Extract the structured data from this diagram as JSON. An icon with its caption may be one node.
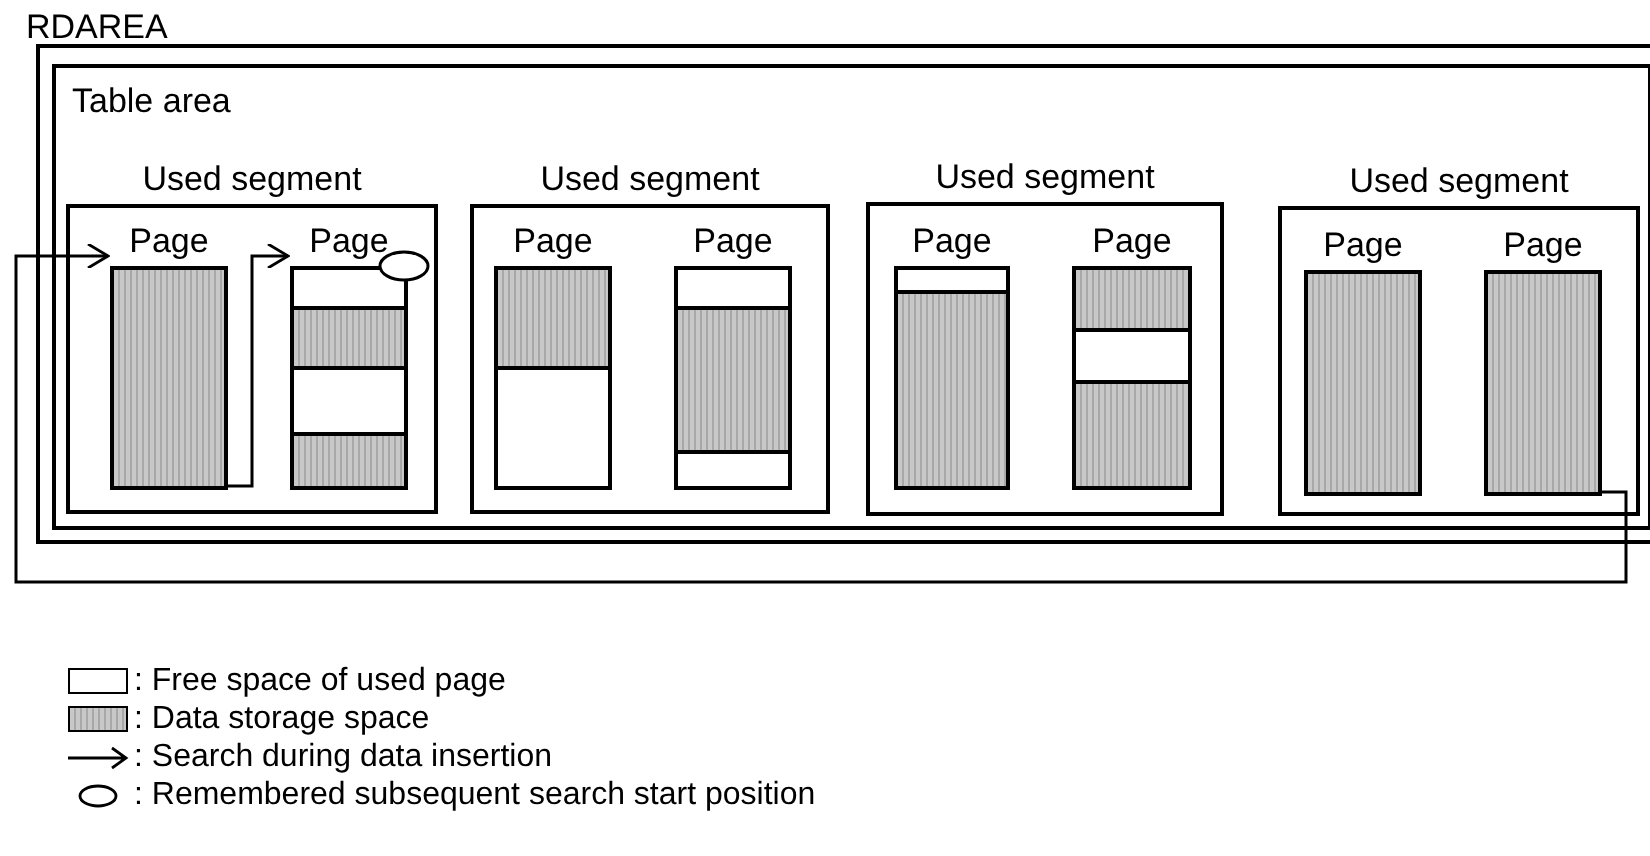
{
  "diagram": {
    "nodes": [
      {
        "text": [
          "RDAREA"
        ]
      },
      {
        "text": [
          "Table area"
        ],
        "in": 0
      },
      {
        "text": [
          "Used segment"
        ],
        "in": 1
      },
      {
        "text": [
          "Page"
        ],
        "in": 2
      },
      {
        "text": [
          "Page"
        ],
        "in": 2
      },
      {
        "text": [
          "Used segment"
        ],
        "in": 1
      },
      {
        "text": [
          "Page"
        ],
        "in": 5
      },
      {
        "text": [
          "Page"
        ],
        "in": 5
      },
      {
        "text": [
          "Used segment"
        ],
        "in": 1
      },
      {
        "text": [
          "Page"
        ],
        "in": 8
      },
      {
        "text": [
          "Page"
        ],
        "in": 8
      },
      {
        "text": [
          "Used segment"
        ],
        "in": 1
      },
      {
        "text": [
          "Page"
        ],
        "in": 11
      },
      {
        "text": [
          "Page"
        ],
        "in": 11
      }
    ],
    "edges": [
      {
        "from": 13,
        "to": 3,
        "arrow": "to"
      },
      {
        "from": 3,
        "to": 4,
        "arrow": "to"
      }
    ],
    "legend": [
      {
        "text": ": Free space of used page",
        "color": "#ffffff"
      },
      {
        "text": ": Data storage space",
        "color": "#c8c8c8"
      },
      {
        "text": ": Search during data insertion"
      },
      {
        "text": ": Remembered subsequent search start position"
      }
    ]
  }
}
